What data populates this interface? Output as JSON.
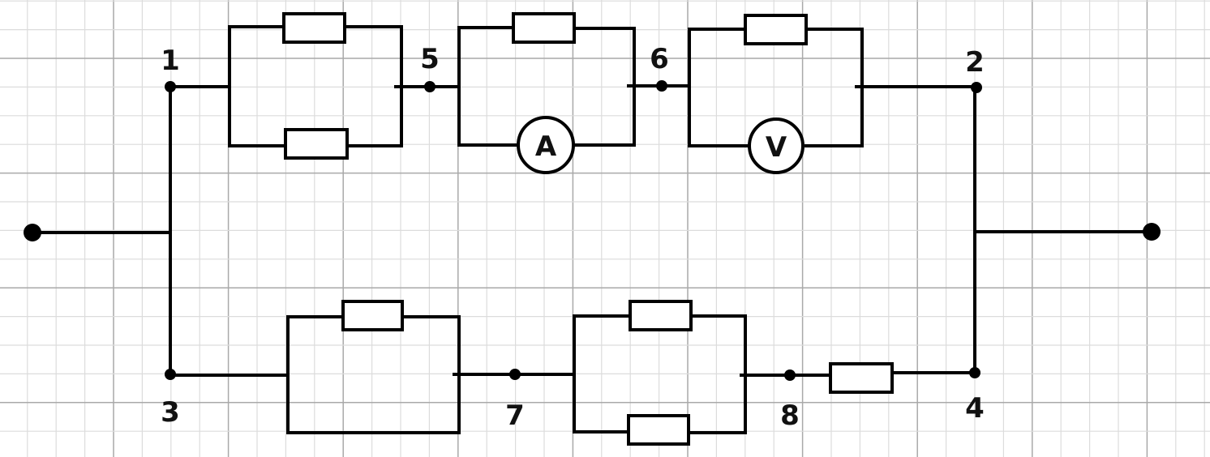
{
  "diagram": {
    "type": "electrical-circuit",
    "background": "#ffffff",
    "grid": {
      "minor_color": "#dcdcdc",
      "major_color": "#a9a9a9"
    },
    "nodes": [
      {
        "id": "1",
        "label": "1"
      },
      {
        "id": "2",
        "label": "2"
      },
      {
        "id": "3",
        "label": "3"
      },
      {
        "id": "4",
        "label": "4"
      },
      {
        "id": "5",
        "label": "5"
      },
      {
        "id": "6",
        "label": "6"
      },
      {
        "id": "7",
        "label": "7"
      },
      {
        "id": "8",
        "label": "8"
      }
    ],
    "terminals": [
      {
        "id": "input",
        "label": ""
      },
      {
        "id": "output",
        "label": ""
      }
    ],
    "components": [
      {
        "id": "R-1-5-top",
        "type": "resistor",
        "between": [
          "1",
          "5"
        ],
        "branch": "top"
      },
      {
        "id": "R-1-5-bottom",
        "type": "resistor",
        "between": [
          "1",
          "5"
        ],
        "branch": "bottom"
      },
      {
        "id": "R-5-6-top",
        "type": "resistor",
        "between": [
          "5",
          "6"
        ],
        "branch": "top"
      },
      {
        "id": "A-5-6",
        "type": "ammeter",
        "between": [
          "5",
          "6"
        ],
        "branch": "bottom",
        "label": "A"
      },
      {
        "id": "R-6-2-top",
        "type": "resistor",
        "between": [
          "6",
          "2"
        ],
        "branch": "top"
      },
      {
        "id": "V-6-2",
        "type": "voltmeter",
        "between": [
          "6",
          "2"
        ],
        "branch": "bottom",
        "label": "V"
      },
      {
        "id": "R-3-7-top",
        "type": "resistor",
        "between": [
          "3",
          "7"
        ],
        "branch": "top"
      },
      {
        "id": "W-3-7-bottom",
        "type": "wire",
        "between": [
          "3",
          "7"
        ],
        "branch": "bottom"
      },
      {
        "id": "R-7-8-top",
        "type": "resistor",
        "between": [
          "7",
          "8"
        ],
        "branch": "top"
      },
      {
        "id": "R-7-8-bottom",
        "type": "resistor",
        "between": [
          "7",
          "8"
        ],
        "branch": "bottom"
      },
      {
        "id": "R-8-4",
        "type": "resistor",
        "between": [
          "8",
          "4"
        ],
        "branch": "series"
      }
    ],
    "meters": {
      "ammeter_label": "A",
      "voltmeter_label": "V"
    }
  }
}
